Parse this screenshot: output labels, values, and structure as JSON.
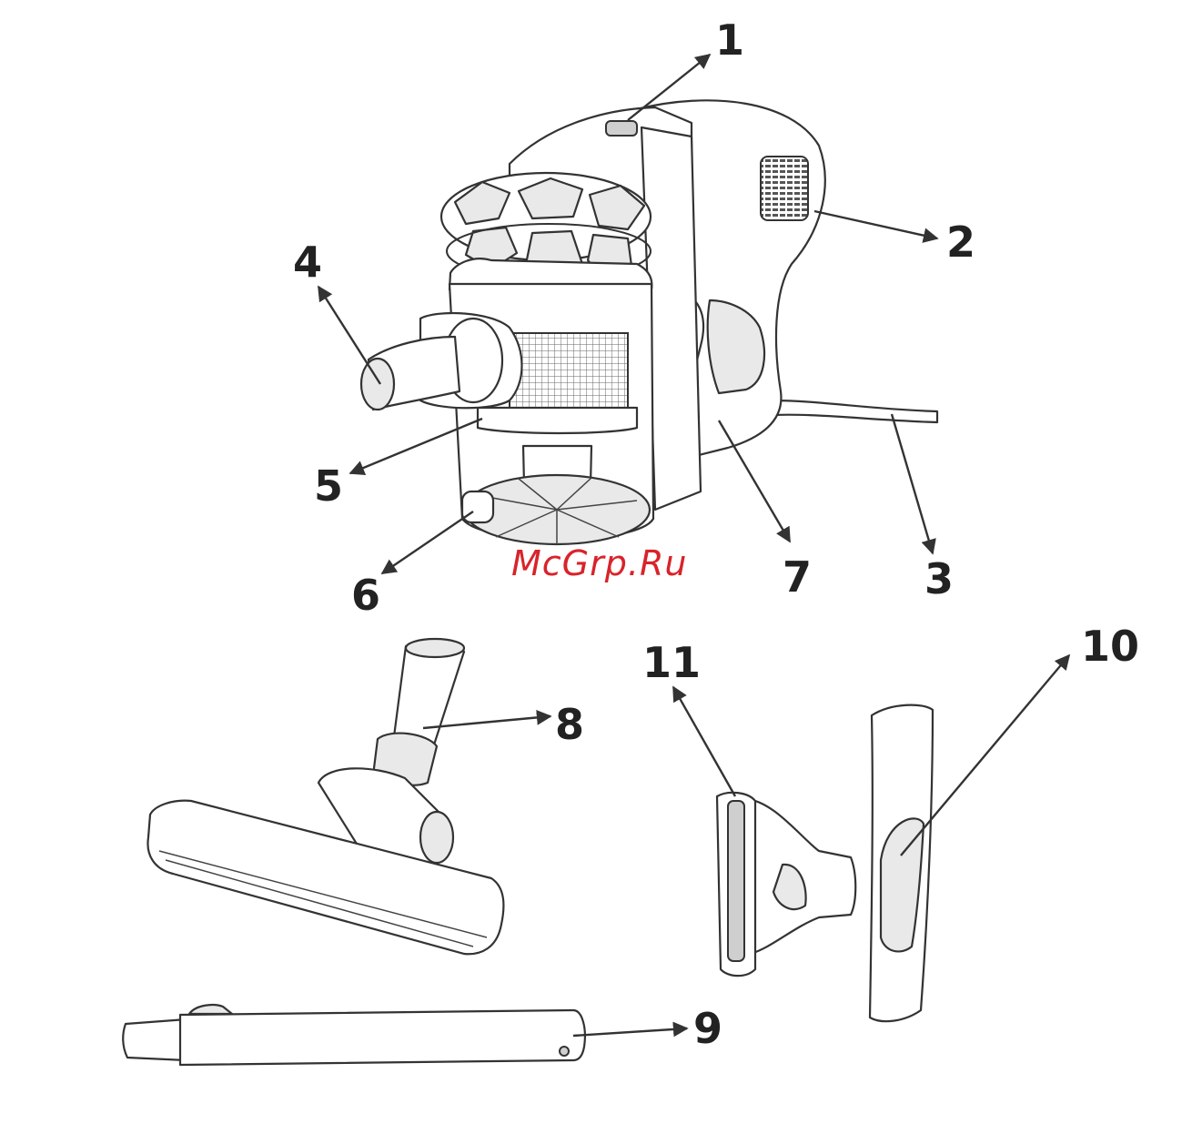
{
  "callouts": {
    "c1": "1",
    "c2": "2",
    "c3": "3",
    "c4": "4",
    "c5": "5",
    "c6": "6",
    "c7": "7",
    "c8": "8",
    "c9": "9",
    "c10": "10",
    "c11": "11"
  },
  "watermark": "McGrp.Ru",
  "colors": {
    "line": "#333333",
    "watermark": "#d9232a",
    "label": "#222222"
  }
}
